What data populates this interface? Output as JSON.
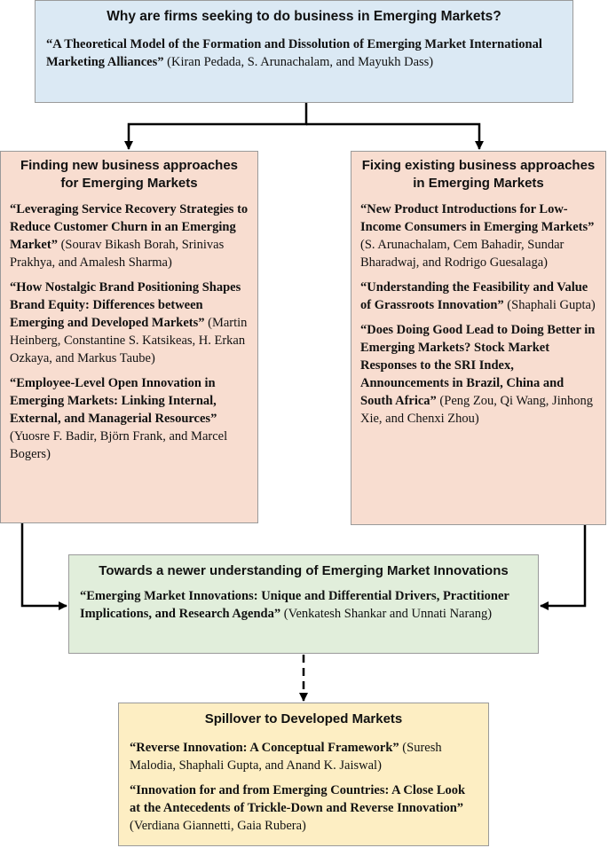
{
  "top": {
    "title": "Why are firms seeking to do business in Emerging Markets?",
    "entries": [
      {
        "paper": "“A Theoretical Model of the Formation and Dissolution of Emerging Market International Marketing Alliances”",
        "authors": " (Kiran Pedada, S. Arunachalam, and Mayukh Dass)"
      }
    ]
  },
  "left": {
    "title": "Finding new business approaches for Emerging Markets",
    "entries": [
      {
        "paper": "“Leveraging Service Recovery Strategies to Reduce Customer Churn in an Emerging Market”",
        "authors": " (Sourav Bikash Borah, Srinivas Prakhya, and Amalesh Sharma)"
      },
      {
        "paper": "“How Nostalgic Brand Positioning Shapes Brand Equity: Differences between Emerging and Developed Markets”",
        "authors": " (Martin Heinberg, Constantine S. Katsikeas, H. Erkan Ozkaya, and Markus Taube)"
      },
      {
        "paper": "“Employee-Level Open Innovation in Emerging Markets: Linking Internal, External, and Managerial Resources”",
        "authors": " (Yuosre F. Badir, Björn Frank, and Marcel Bogers)"
      }
    ]
  },
  "right": {
    "title": "Fixing existing business approaches in Emerging Markets",
    "entries": [
      {
        "paper": "“New Product Introductions for Low-Income Consumers in Emerging Markets”",
        "authors": " (S. Arunachalam, Cem Bahadir, Sundar Bharadwaj, and Rodrigo Guesalaga)"
      },
      {
        "paper": "“Understanding the Feasibility and Value of Grassroots Innovation”",
        "authors": " (Shaphali Gupta)"
      },
      {
        "paper": "“Does Doing Good Lead to Doing Better in Emerging Markets? Stock Market Responses to the SRI Index, Announcements in Brazil, China and South Africa”",
        "authors": " (Peng Zou, Qi Wang, Jinhong Xie, and Chenxi Zhou)"
      }
    ]
  },
  "middle": {
    "title": "Towards a newer understanding of Emerging Market Innovations",
    "entries": [
      {
        "paper": "“Emerging Market Innovations: Unique and Differential Drivers, Practitioner Implications, and Research Agenda”",
        "authors": " (Venkatesh Shankar and Unnati Narang)"
      }
    ]
  },
  "bottom": {
    "title": "Spillover to Developed Markets",
    "entries": [
      {
        "paper": "“Reverse Innovation: A Conceptual Framework”",
        "authors": " (Suresh Malodia, Shaphali Gupta, and Anand K. Jaiswal)"
      },
      {
        "paper": "“Innovation for and from Emerging Countries: A Close Look at the Antecedents of Trickle-Down and Reverse Innovation”",
        "authors": " (Verdiana Giannetti, Gaia Rubera)"
      }
    ]
  }
}
